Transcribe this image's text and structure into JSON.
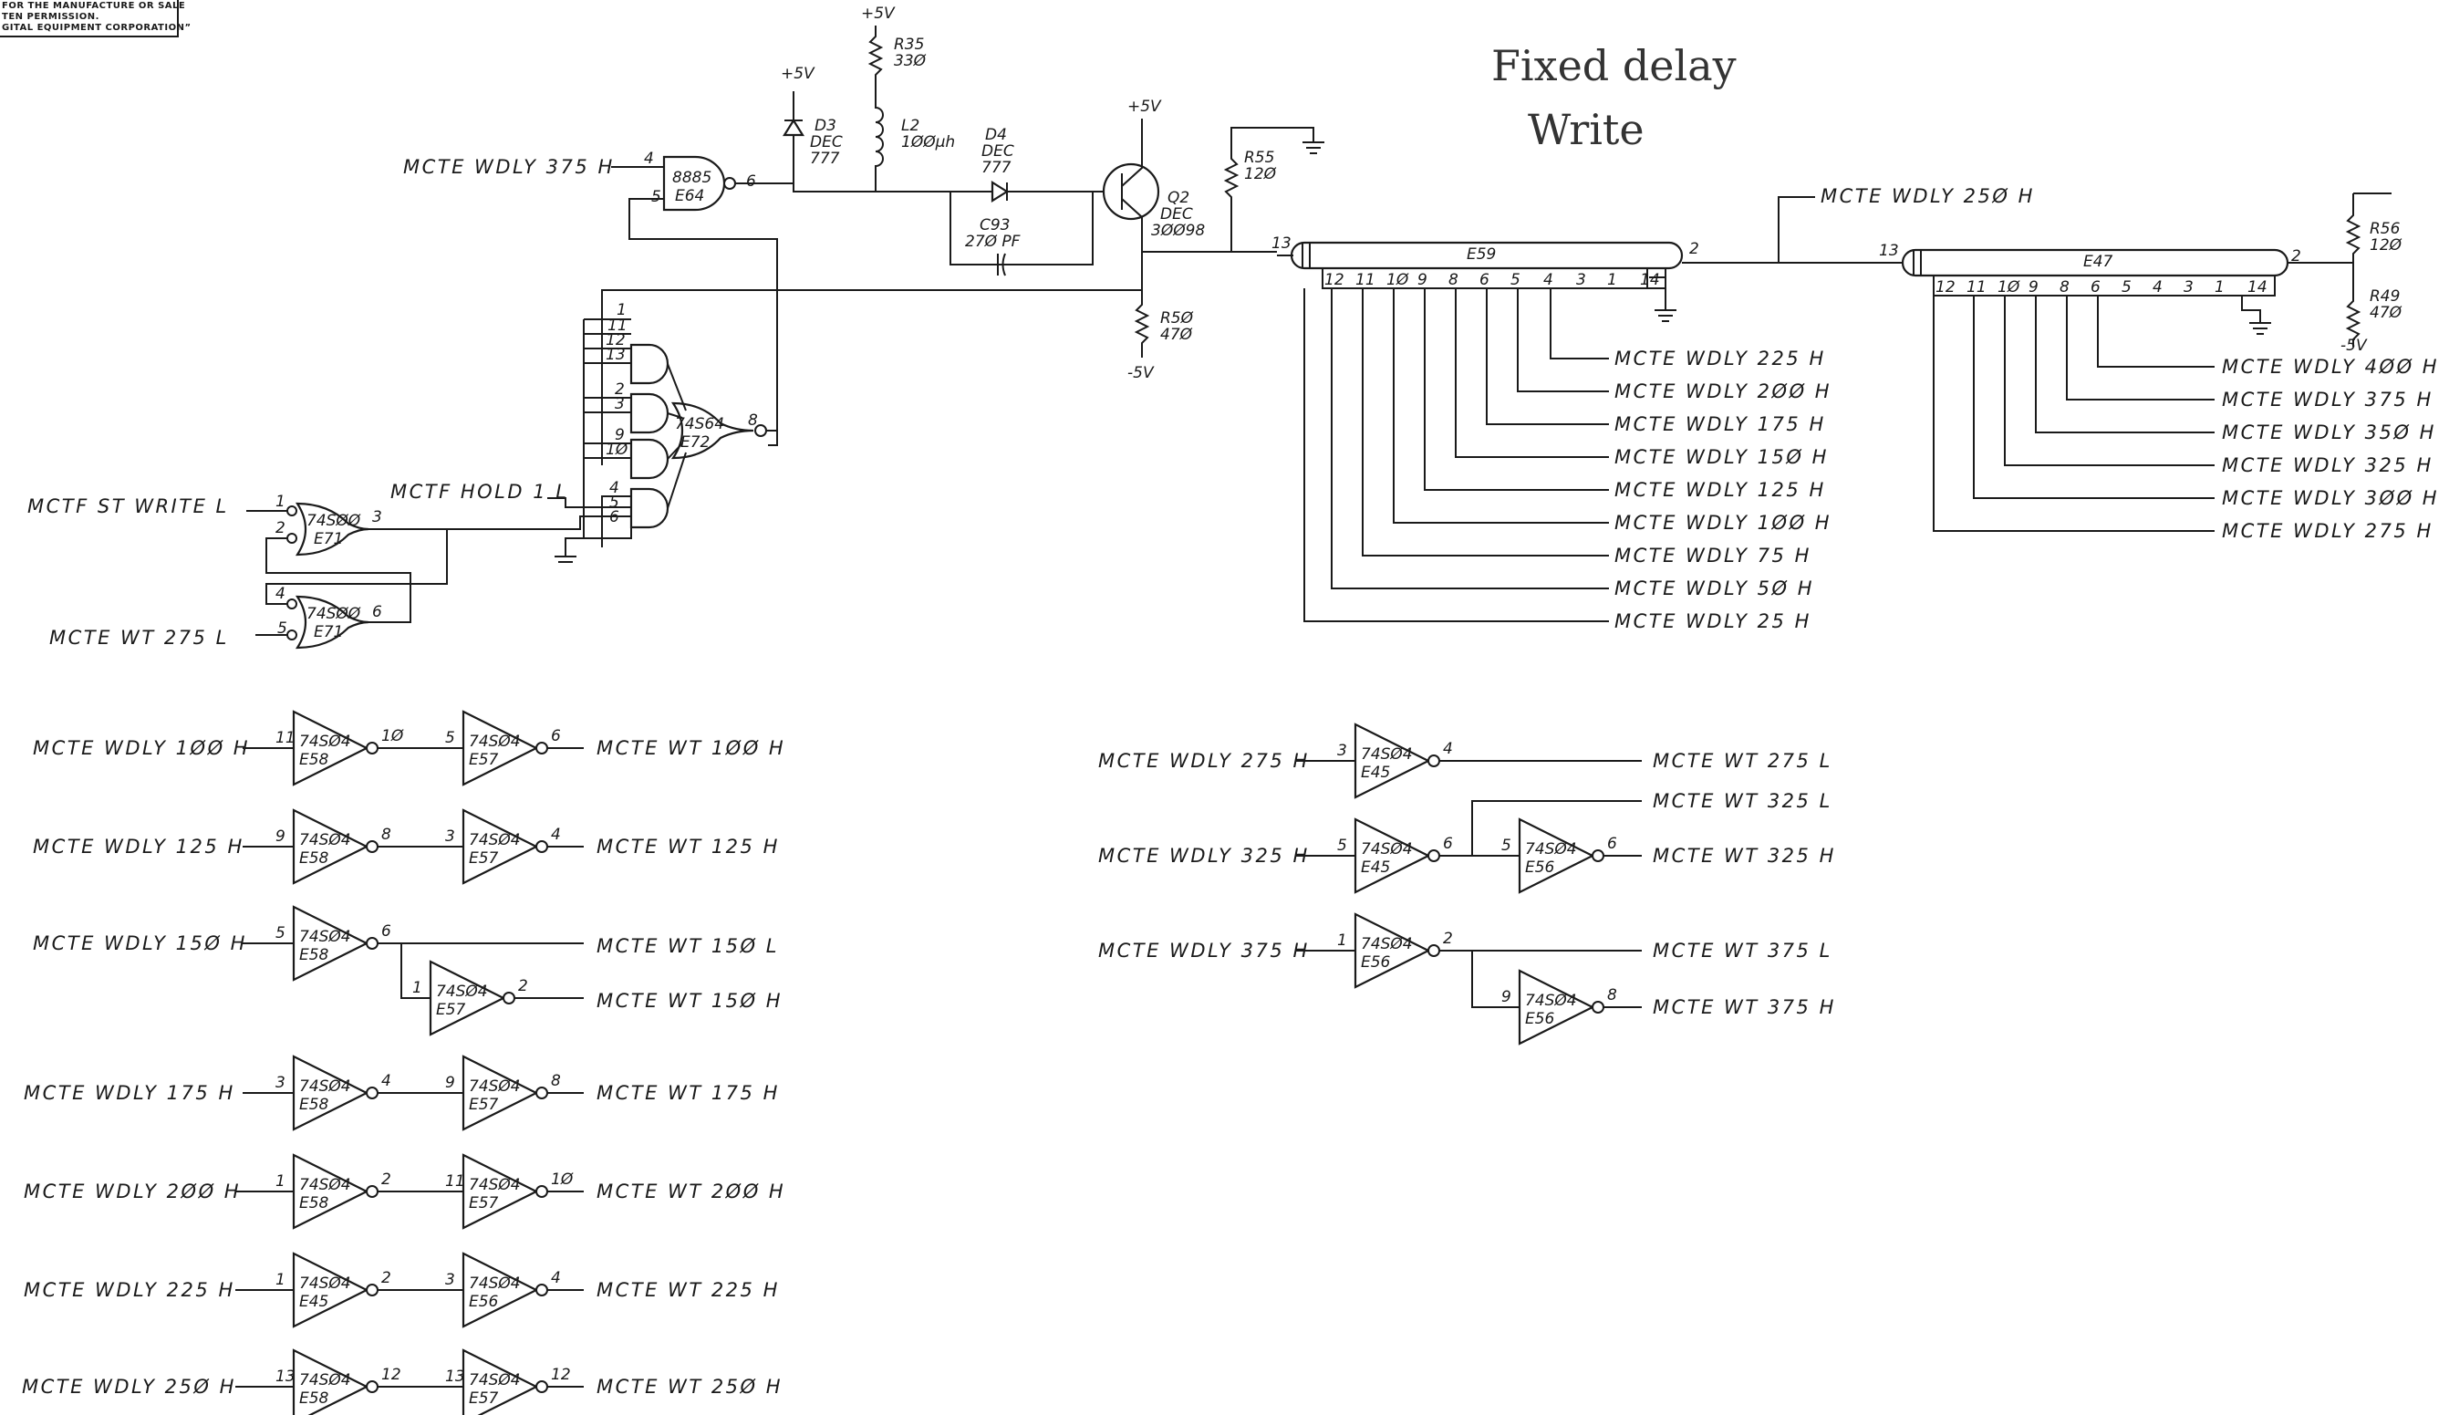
{
  "title": {
    "line1": "Fixed delay",
    "line2": "Write"
  },
  "copyright_lines": [
    "FOR THE MANUFACTURE OR SALE",
    "TEN PERMISSION.",
    "GITAL EQUIPMENT CORPORATION”"
  ],
  "supplies": {
    "p5v": "+5V",
    "m5v": "-5V"
  },
  "components": {
    "r35": [
      "R35",
      "33Ø"
    ],
    "l2": [
      "L2",
      "1ØØμh"
    ],
    "d3": [
      "D3",
      "DEC",
      "777"
    ],
    "d4": [
      "D4",
      "DEC",
      "777"
    ],
    "c93": [
      "C93",
      "27Ø PF"
    ],
    "q2": [
      "Q2",
      "DEC",
      "3ØØ98"
    ],
    "r55": [
      "R55",
      "12Ø"
    ],
    "r50": [
      "R5Ø",
      "47Ø"
    ],
    "r56": [
      "R56",
      "12Ø"
    ],
    "r49": [
      "R49",
      "47Ø"
    ],
    "e64": [
      "8885",
      "E64"
    ],
    "e72": [
      "74S64",
      "E72"
    ],
    "e71": [
      "74SØØ",
      "E71"
    ],
    "delay_lines": [
      "E59",
      "E47"
    ]
  },
  "nets": {
    "wdly375_in": "MCTE WDLY 375 H",
    "st_write": "MCTF ST WRITE L",
    "hold": "MCTF HOLD 1 L",
    "wt275_in": "MCTE WT 275 L",
    "wdly250_tap": "MCTE WDLY 25Ø H",
    "e59_taps": [
      "MCTE WDLY 225 H",
      "MCTE WDLY 2ØØ H",
      "MCTE WDLY 175 H",
      "MCTE WDLY 15Ø H",
      "MCTE WDLY 125 H",
      "MCTE WDLY 1ØØ H",
      "MCTE WDLY 75 H",
      "MCTE WDLY 5Ø H",
      "MCTE WDLY 25 H"
    ],
    "e47_taps": [
      "MCTE WDLY 4ØØ H",
      "MCTE WDLY 375 H",
      "MCTE WDLY 35Ø H",
      "MCTE WDLY 325 H",
      "MCTE WDLY 3ØØ H",
      "MCTE WDLY 275 H"
    ]
  },
  "buffers_left": [
    {
      "in": "MCTE WDLY 1ØØ H",
      "g1": [
        "11",
        "1Ø",
        "74SØ4",
        "E58"
      ],
      "g2": [
        "5",
        "6",
        "74SØ4",
        "E57"
      ],
      "out": "MCTE WT 1ØØ H"
    },
    {
      "in": "MCTE WDLY 125 H",
      "g1": [
        "9",
        "8",
        "74SØ4",
        "E58"
      ],
      "g2": [
        "3",
        "4",
        "74SØ4",
        "E57"
      ],
      "out": "MCTE WT 125 H"
    },
    {
      "in": "MCTE WDLY 15Ø H",
      "g1": [
        "5",
        "6",
        "74SØ4",
        "E58"
      ],
      "g2": [
        "1",
        "2",
        "74SØ4",
        "E57"
      ],
      "out_l": "MCTE WT 15Ø L",
      "out": "MCTE WT 15Ø H"
    },
    {
      "in": "MCTE WDLY 175 H",
      "g1": [
        "3",
        "4",
        "74SØ4",
        "E58"
      ],
      "g2": [
        "9",
        "8",
        "74SØ4",
        "E57"
      ],
      "out": "MCTE WT 175 H"
    },
    {
      "in": "MCTE WDLY 2ØØ H",
      "g1": [
        "1",
        "2",
        "74SØ4",
        "E58"
      ],
      "g2": [
        "11",
        "1Ø",
        "74SØ4",
        "E57"
      ],
      "out": "MCTE WT 2ØØ H"
    },
    {
      "in": "MCTE WDLY 225 H",
      "g1": [
        "1",
        "2",
        "74SØ4",
        "E45"
      ],
      "g2": [
        "3",
        "4",
        "74SØ4",
        "E56"
      ],
      "out": "MCTE WT 225 H"
    },
    {
      "in": "MCTE WDLY 25Ø H",
      "g1": [
        "13",
        "12",
        "74SØ4",
        "E58"
      ],
      "g2": [
        "13",
        "12",
        "74SØ4",
        "E57"
      ],
      "out": "MCTE WT 25Ø H"
    }
  ],
  "buffers_right": [
    {
      "in": "MCTE WDLY 275 H",
      "g1": [
        "3",
        "4",
        "74SØ4",
        "E45"
      ],
      "out": "MCTE WT 275 L"
    },
    {
      "in": "MCTE WDLY 325 H",
      "g1": [
        "5",
        "6",
        "74SØ4",
        "E45"
      ],
      "g2": [
        "5",
        "6",
        "74SØ4",
        "E56"
      ],
      "out_l": "MCTE WT 325 L",
      "out": "MCTE WT 325 H"
    },
    {
      "in": "MCTE WDLY 375 H",
      "g1": [
        "1",
        "2",
        "74SØ4",
        "E56"
      ],
      "g2": [
        "9",
        "8",
        "74SØ4",
        "E56"
      ],
      "out_l": "MCTE WT 375 L",
      "out": "MCTE WT 375 H"
    }
  ]
}
